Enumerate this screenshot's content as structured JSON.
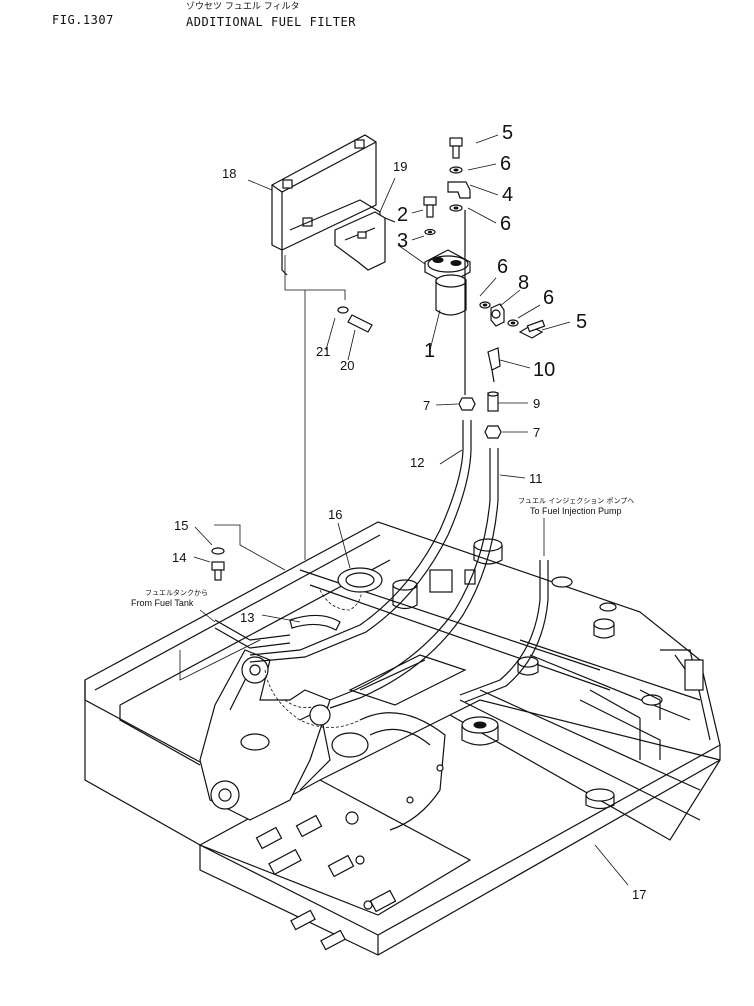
{
  "header": {
    "fig_no": "FIG.1307",
    "title_jp": "ゾウセツ フュエル フィルタ",
    "title_en": "ADDITIONAL FUEL FILTER"
  },
  "callouts": {
    "c1": "1",
    "c2": "2",
    "c3": "3",
    "c4": "4",
    "c5a": "5",
    "c5b": "5",
    "c6a": "6",
    "c6b": "6",
    "c6c": "6",
    "c6d": "6",
    "c7a": "7",
    "c7b": "7",
    "c8": "8",
    "c9": "9",
    "c10": "10",
    "c11": "11",
    "c12": "12",
    "c13": "13",
    "c14": "14",
    "c15": "15",
    "c16": "16",
    "c17": "17",
    "c18": "18",
    "c19": "19",
    "c20": "20",
    "c21": "21"
  },
  "notes": {
    "pump_jp": "フュエル インジェクション ポンプへ",
    "pump_en": "To Fuel Injection Pump",
    "tank_jp": "フュエルタンクから",
    "tank_en": "From Fuel Tank"
  },
  "colors": {
    "ink": "#111111",
    "paper": "#ffffff"
  }
}
